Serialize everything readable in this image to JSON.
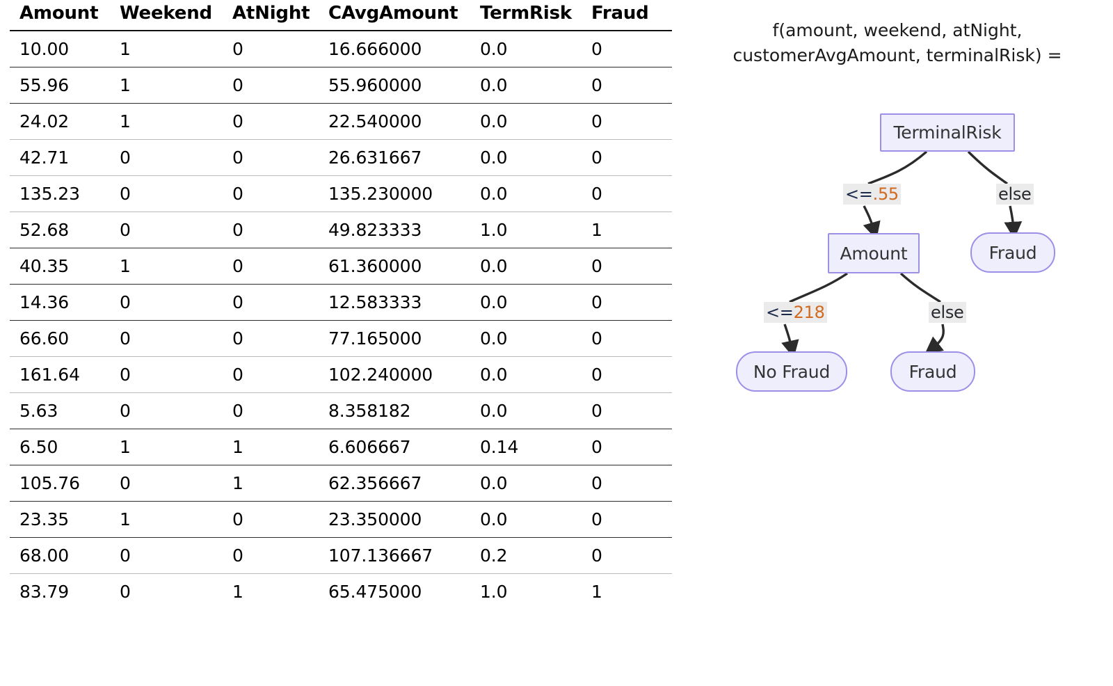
{
  "table": {
    "columns": [
      "Amount",
      "Weekend",
      "AtNight",
      "CAvgAmount",
      "TermRisk",
      "Fraud"
    ],
    "rows": [
      [
        "10.00",
        "1",
        "0",
        "16.666000",
        "0.0",
        "0"
      ],
      [
        "55.96",
        "1",
        "0",
        "55.960000",
        "0.0",
        "0"
      ],
      [
        "24.02",
        "1",
        "0",
        "22.540000",
        "0.0",
        "0"
      ],
      [
        "42.71",
        "0",
        "0",
        "26.631667",
        "0.0",
        "0"
      ],
      [
        "135.23",
        "0",
        "0",
        "135.230000",
        "0.0",
        "0"
      ],
      [
        "52.68",
        "0",
        "0",
        "49.823333",
        "1.0",
        "1"
      ],
      [
        "40.35",
        "1",
        "0",
        "61.360000",
        "0.0",
        "0"
      ],
      [
        "14.36",
        "0",
        "0",
        "12.583333",
        "0.0",
        "0"
      ],
      [
        "66.60",
        "0",
        "0",
        "77.165000",
        "0.0",
        "0"
      ],
      [
        "161.64",
        "0",
        "0",
        "102.240000",
        "0.0",
        "0"
      ],
      [
        "5.63",
        "0",
        "0",
        "8.358182",
        "0.0",
        "0"
      ],
      [
        "6.50",
        "1",
        "1",
        "6.606667",
        "0.14",
        "0"
      ],
      [
        "105.76",
        "0",
        "1",
        "62.356667",
        "0.0",
        "0"
      ],
      [
        "23.35",
        "1",
        "0",
        "23.350000",
        "0.0",
        "0"
      ],
      [
        "68.00",
        "0",
        "0",
        "107.136667",
        "0.2",
        "0"
      ],
      [
        "83.79",
        "0",
        "1",
        "65.475000",
        "1.0",
        "1"
      ]
    ]
  },
  "tree": {
    "caption_line1": "f(amount, weekend, atNight,",
    "caption_line2": "customerAvgAmount, terminalRisk) =",
    "nodes": {
      "root": "TerminalRisk",
      "amount": "Amount",
      "fraud_right": "Fraud",
      "no_fraud": "No Fraud",
      "fraud_bottom": "Fraud"
    },
    "edge_labels": {
      "root_left_op": "<=",
      "root_left_num": ".55",
      "root_right": "else",
      "amount_left_op": "<=",
      "amount_left_num": "218",
      "amount_right": "else"
    },
    "colors": {
      "node_fill": "#eeeefd",
      "node_border": "#9d8ee8",
      "edge_label_bg": "#ebebeb",
      "number_accent": "#d2691e",
      "edge_stroke": "#2b2b2b"
    }
  }
}
